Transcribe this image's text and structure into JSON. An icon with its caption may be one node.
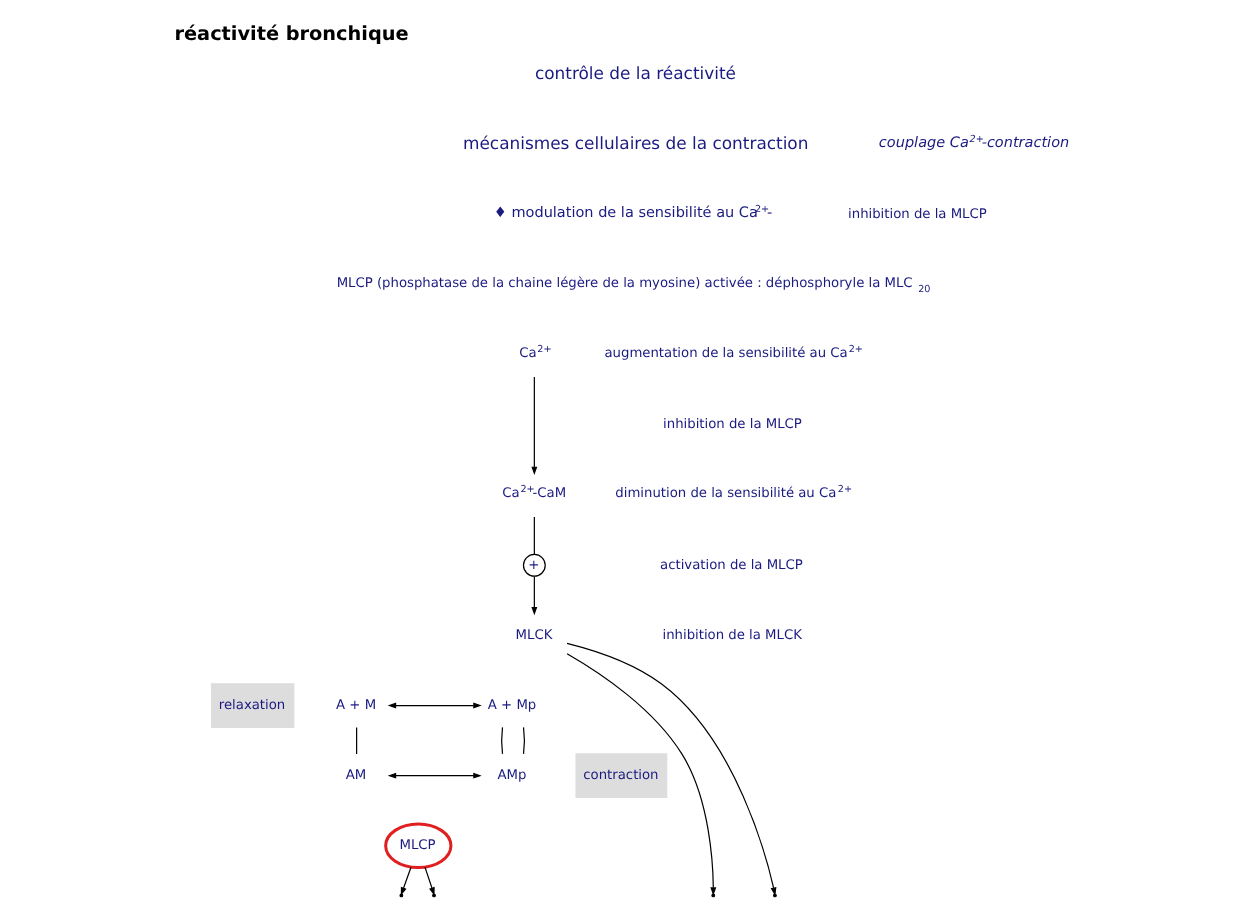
{
  "diagram": {
    "title": "réactivité bronchique",
    "nodes": [
      {
        "text": [
          "relaxation"
        ]
      },
      {
        "text": [
          "Ca$^{2+}$"
        ]
      },
      {
        "text": [
          "Ca$^{2+}$-CaM"
        ]
      },
      {
        "text": [
          "+"
        ]
      },
      {
        "text": [
          "MLCK"
        ]
      },
      {
        "text": [
          "A + M"
        ]
      },
      {
        "text": [
          "A + Mp"
        ]
      },
      {
        "text": [
          "AM"
        ]
      },
      {
        "text": [
          "AMp"
        ]
      },
      {
        "text": [
          "contraction"
        ]
      },
      {
        "text": [
          "MLCP"
        ]
      }
    ],
    "edges": [
      {
        "from": 1,
        "to": 2,
        "arrow": "to"
      },
      {
        "from": 2,
        "to": 3,
        "arrow": "none"
      },
      {
        "from": 3,
        "to": 4,
        "arrow": "to"
      },
      {
        "from": 4,
        "to": null,
        "arrow": "to"
      },
      {
        "from": 4,
        "to": null,
        "arrow": "to"
      },
      {
        "from": 5,
        "to": 6,
        "arrow": "both"
      },
      {
        "from": 7,
        "to": 8,
        "arrow": "both"
      },
      {
        "from": 5,
        "to": 7,
        "arrow": "none"
      },
      {
        "from": 6,
        "to": 8,
        "arrow": "none"
      },
      {
        "from": 6,
        "to": 8,
        "arrow": "none"
      },
      {
        "from": 10,
        "to": null,
        "arrow": "to"
      },
      {
        "from": 10,
        "to": null,
        "arrow": "to"
      }
    ],
    "labels": [
      "contrôle de la réactivité",
      "mécanismes cellulaires de la contraction",
      "couplage Ca$^{2+}$-contraction",
      "♦ modulation de la sensibilité au Ca$^{2+}$-",
      "inhibition de la MLCP",
      "MLCP (phosphatase de la chaine légère de la myosine) activée : déphosphoryle la MLC$_{20}$",
      "augmentation de la sensibilité au Ca$^{2+}$",
      "inhibition de la MLCP",
      "diminution de la sensibilité au Ca$^{2+}$",
      "activation de la MLCP",
      "inhibition de la MLCK"
    ]
  }
}
